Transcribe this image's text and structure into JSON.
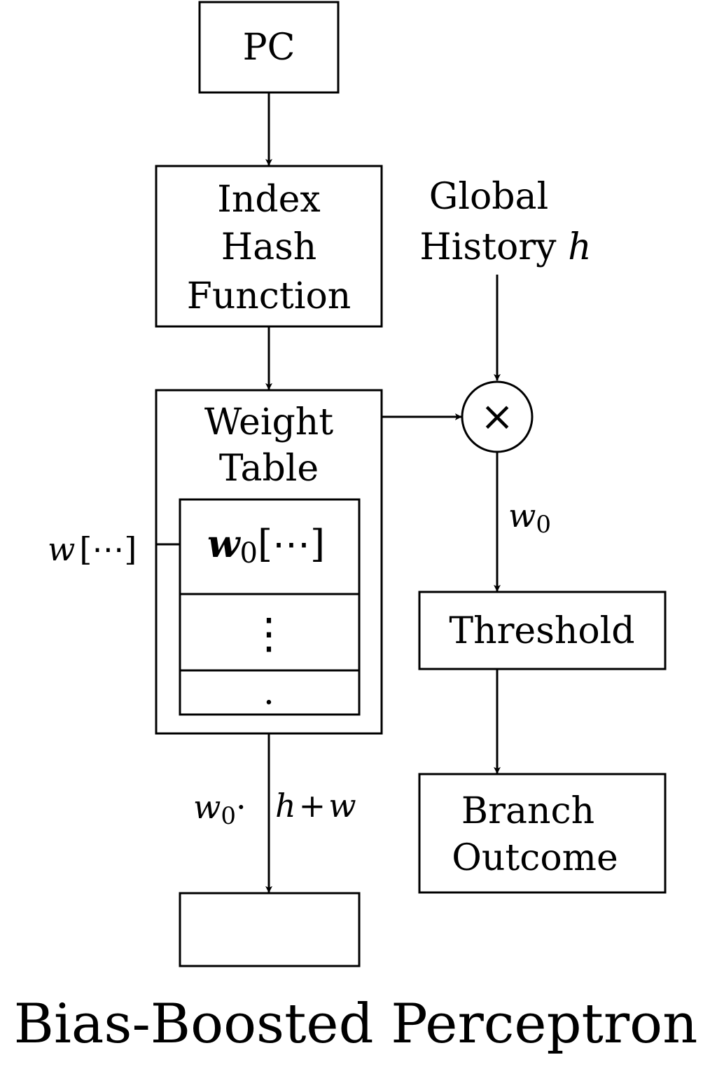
{
  "diagram": {
    "title": "Bias-Boosted Perceptron",
    "pc": "PC",
    "index_hash": [
      "Index",
      "Hash",
      "Function"
    ],
    "global_history": {
      "line1": "Global",
      "line2": "History",
      "var": "h"
    },
    "weight_table": [
      "Weight",
      "Table"
    ],
    "multiply_symbol": "×",
    "w0_edge": {
      "var": "w",
      "sub": "0"
    },
    "w_label": {
      "var": "w",
      "rest": "[⋯]"
    },
    "table_row0": {
      "var": "w",
      "sub": "0",
      "rest": "[⋯]"
    },
    "table_row1": "⋮",
    "table_row2": ".",
    "threshold": "Threshold",
    "branch_outcome": [
      "Branch",
      "Outcome"
    ],
    "bottom_edge": {
      "w": "w",
      "sub": "0",
      "dot": "·",
      "h": "h",
      "plus": "+",
      "w2": "w"
    },
    "colors": {
      "stroke": "#000000",
      "background": "#ffffff"
    }
  }
}
